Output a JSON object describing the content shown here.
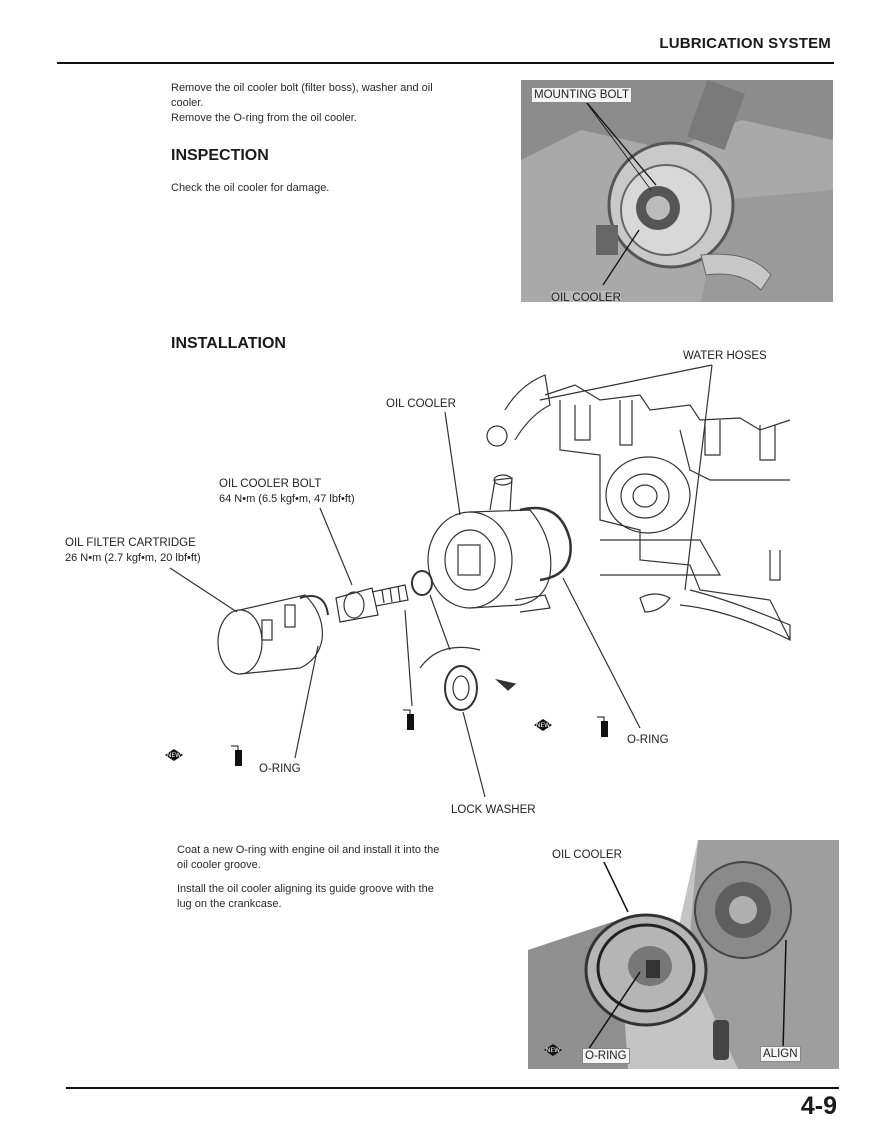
{
  "header": {
    "title": "LUBRICATION SYSTEM"
  },
  "removal": {
    "line1": "Remove the oil cooler bolt (filter boss), washer and oil",
    "line2": "cooler.",
    "line3": "Remove the O-ring from the oil cooler."
  },
  "inspection": {
    "heading": "INSPECTION",
    "text": "Check the oil cooler for damage."
  },
  "photo1": {
    "mounting_bolt": "MOUNTING BOLT",
    "oil_cooler": "OIL COOLER"
  },
  "installation": {
    "heading": "INSTALLATION",
    "labels": {
      "water_hoses": "WATER HOSES",
      "oil_cooler": "OIL COOLER",
      "oil_cooler_bolt": "OIL COOLER BOLT",
      "oil_cooler_bolt_torque": "64 N•m (6.5 kgf•m, 47 lbf•ft)",
      "oil_filter_cartridge": "OIL FILTER CARTRIDGE",
      "oil_filter_cartridge_torque": "26 N•m (2.7 kgf•m, 20 lbf•ft)",
      "o_ring_left": "O-RING",
      "o_ring_right": "O-RING",
      "lock_washer": "LOCK WASHER"
    },
    "icons": {
      "new_badge": "NEW",
      "oil_icon": "oil-can-icon"
    }
  },
  "instructions": {
    "line1": "Coat a new O-ring with engine oil and install it into the",
    "line2": "oil cooler groove.",
    "line3": "Install the oil cooler aligning its guide groove with the",
    "line4": "lug on the crankcase."
  },
  "photo2": {
    "oil_cooler": "OIL COOLER",
    "o_ring": "O-RING",
    "align": "ALIGN"
  },
  "footer": {
    "page_number": "4-9"
  }
}
